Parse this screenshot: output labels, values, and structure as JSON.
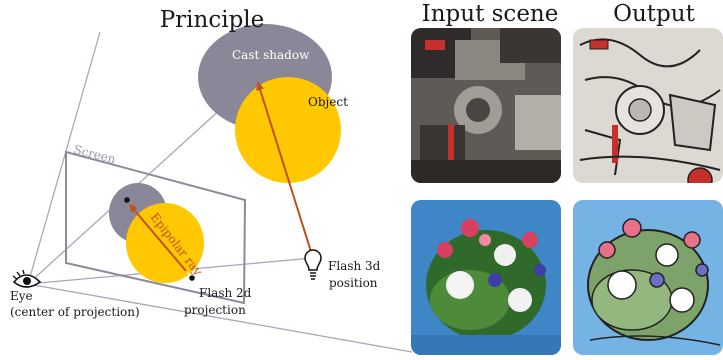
{
  "principle": {
    "title": "Principle",
    "screen_label": "Screen",
    "cast_shadow_label": "Cast shadow",
    "object_label": "Object",
    "epipolar_label": "Epipolar ray",
    "flash2d_line1": "Flash 2d",
    "flash2d_line2": "projection",
    "flash3d_line1": "Flash 3d",
    "flash3d_line2": "position",
    "eye_line1": "Eye",
    "eye_line2": "(center of projection)"
  },
  "results": {
    "input_title": "Input scene",
    "output_title": "Output"
  },
  "colors": {
    "shadow": "#8a8798",
    "object": "#ffc800",
    "ray": "#c0501e",
    "lines": "#a9a7b8",
    "screen": "#8d8a9c",
    "text": "#1a1a1a"
  },
  "icons": [
    "eye-icon",
    "lightbulb-icon"
  ]
}
